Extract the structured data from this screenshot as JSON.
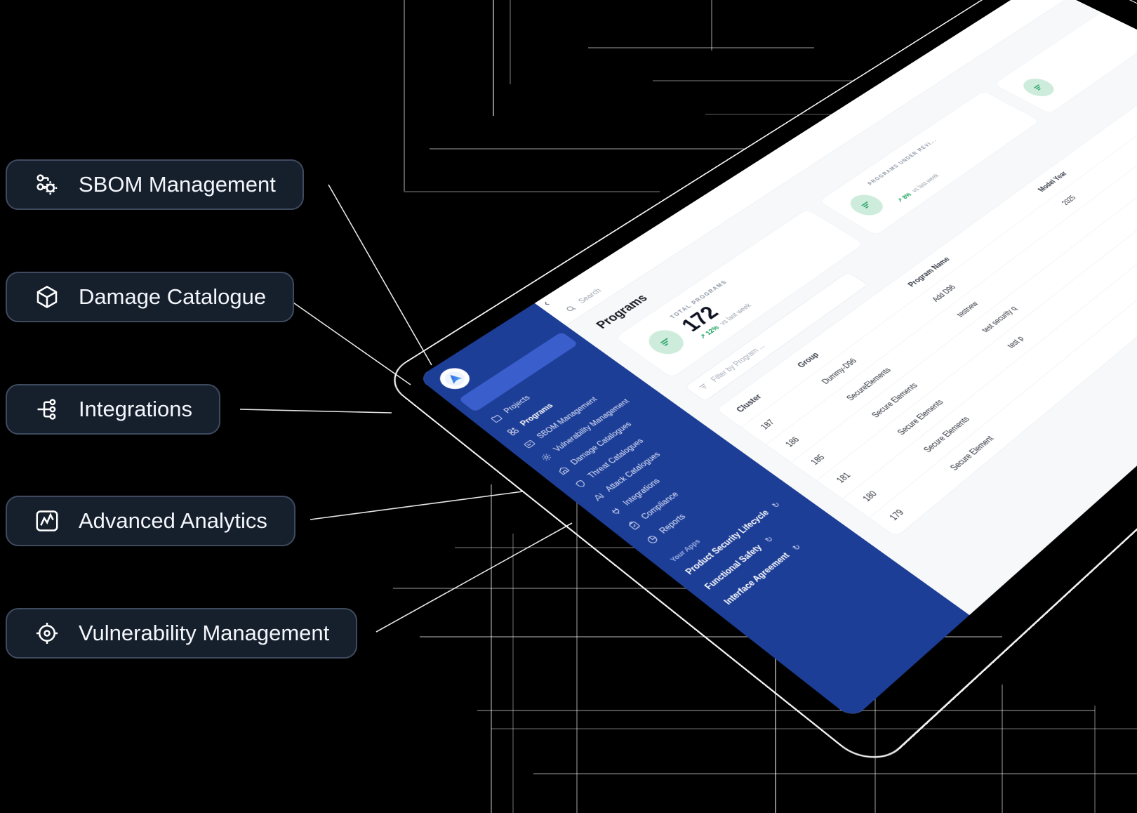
{
  "callouts": [
    {
      "label": "SBOM Management"
    },
    {
      "label": "Damage Catalogue"
    },
    {
      "label": "Integrations"
    },
    {
      "label": "Advanced Analytics"
    },
    {
      "label": "Vulnerability Management"
    }
  ],
  "app": {
    "sidebar": {
      "items": [
        {
          "label": "Projects"
        },
        {
          "label": "Programs"
        },
        {
          "label": "SBOM Management"
        },
        {
          "label": "Vulnerability Management"
        },
        {
          "label": "Damage Catalogues"
        },
        {
          "label": "Threat Catalogues"
        },
        {
          "label": "Attack Catalogues"
        },
        {
          "label": "Integrations"
        },
        {
          "label": "Compliance"
        },
        {
          "label": "Reports"
        }
      ],
      "section_label": "Your Apps",
      "apps": [
        {
          "label": "Product Security Lifecycle"
        },
        {
          "label": "Functional Safety"
        },
        {
          "label": "Interface Agreement"
        }
      ]
    },
    "topbar": {
      "search_placeholder": "Search"
    },
    "page_title": "Programs",
    "stats": [
      {
        "label": "TOTAL PROGRAMS",
        "value": "172",
        "delta": "12%",
        "delta_note": "vs last week"
      },
      {
        "label": "PROGRAMS UNDER REVI...",
        "value": "",
        "delta": "8%",
        "delta_note": "vs last week"
      },
      {
        "label": "",
        "value": "",
        "delta": "",
        "delta_note": ""
      }
    ],
    "filter_placeholder": "Filter by Program ...",
    "table": {
      "columns": [
        "Cluster",
        "Group",
        "Program Name",
        "Model Year"
      ],
      "rows": [
        [
          "187",
          "Dummy-D96",
          "Add D96",
          "2025"
        ],
        [
          "186",
          "SecureElements",
          "testnew",
          ""
        ],
        [
          "185",
          "Secure Elements",
          "test security q",
          ""
        ],
        [
          "181",
          "Secure Elements",
          "test p",
          ""
        ],
        [
          "180",
          "Secure Elements",
          "",
          ""
        ],
        [
          "179",
          "Secure Element",
          "",
          ""
        ]
      ]
    }
  },
  "icons": {
    "trend-up-icon": "↗",
    "sync-icon": "↻",
    "collapse-sidebar-icon": "‹",
    "search-icon": "magnifier",
    "filter-icon": "three-lines",
    "stat-circle-icon": "green-lines-badge",
    "app-logo": "blue-swoosh-circle",
    "folder-icon": "folder",
    "programs-grid-icon": "grid-plus",
    "sbom-card-icon": "id-card",
    "gear-icon": "gear",
    "warehouse-icon": "warehouse",
    "shield-icon": "shield",
    "attack-icon": "letter-A-bar",
    "plug-icon": "plug",
    "clipboard-icon": "clipboard-check",
    "pie-chart-icon": "pie",
    "sbom-nodes-icon": "nodes-gear",
    "cube-icon": "cube",
    "circuit-icon": "branch-circuit",
    "analytics-chart-icon": "chart-frame",
    "crosshair-icon": "crosshair"
  },
  "colors": {
    "background": "#000000",
    "sidebar_blue": "#1d3e97",
    "active_blue": "#3a5ecb",
    "accent_green": "#16a05c",
    "green_badge_bg": "#cdecdb",
    "pill_bg": "#161f2c",
    "pill_border": "#3e4b5f"
  }
}
